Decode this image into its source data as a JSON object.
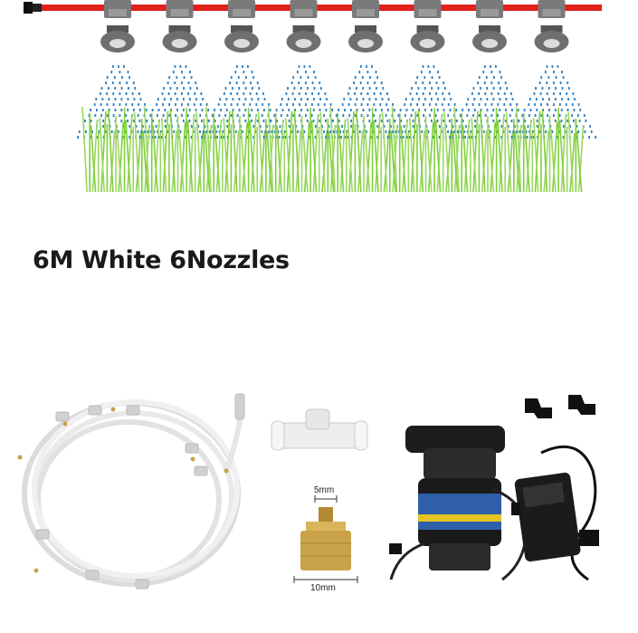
{
  "product": {
    "title": "6M White 6Nozzles",
    "nozzle_dims": {
      "top": "5mm",
      "bottom": "10mm"
    },
    "nozzle_count_illustrated": 8
  },
  "colors": {
    "pipe": "#e0211c",
    "nozzle": "#6f6f6f",
    "spray": "#2f7fc0",
    "grass": "#7fcf3a",
    "tubing": "#f2f2f2",
    "brass": "#c9a24a",
    "pump": "#222222"
  }
}
